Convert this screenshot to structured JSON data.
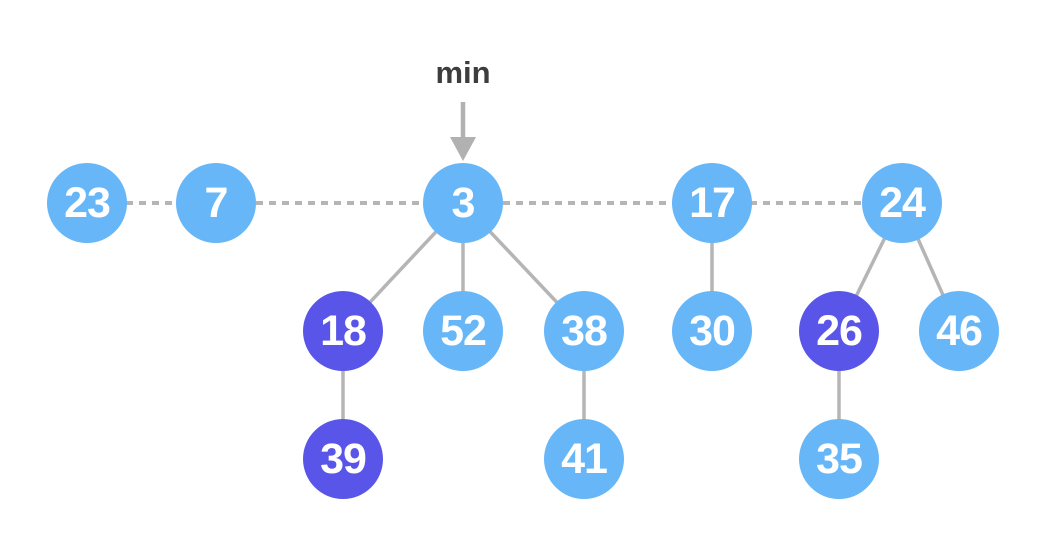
{
  "diagram": {
    "pointer": {
      "label": "min",
      "points_to": "3"
    },
    "colors": {
      "background": "#ffffff",
      "node": "#66b6f8",
      "marked_node": "#5a55e9",
      "node_text": "#ffffff",
      "edge": "#b5b5b5",
      "root_list_dash": "#b5b5b5",
      "pointer_arrow": "#b1b1b1",
      "pointer_label": "#3d3d3d"
    },
    "root_list": [
      "23",
      "7",
      "3",
      "17",
      "24"
    ],
    "nodes": [
      {
        "value": "23",
        "marked": false
      },
      {
        "value": "7",
        "marked": false
      },
      {
        "value": "3",
        "marked": false
      },
      {
        "value": "17",
        "marked": false
      },
      {
        "value": "24",
        "marked": false
      },
      {
        "value": "18",
        "marked": true
      },
      {
        "value": "52",
        "marked": false
      },
      {
        "value": "38",
        "marked": false
      },
      {
        "value": "30",
        "marked": false
      },
      {
        "value": "26",
        "marked": true
      },
      {
        "value": "46",
        "marked": false
      },
      {
        "value": "39",
        "marked": true
      },
      {
        "value": "41",
        "marked": false
      },
      {
        "value": "35",
        "marked": false
      }
    ],
    "edges": [
      {
        "from": "3",
        "to": "18"
      },
      {
        "from": "3",
        "to": "52"
      },
      {
        "from": "3",
        "to": "38"
      },
      {
        "from": "18",
        "to": "39"
      },
      {
        "from": "38",
        "to": "41"
      },
      {
        "from": "17",
        "to": "30"
      },
      {
        "from": "24",
        "to": "26"
      },
      {
        "from": "24",
        "to": "46"
      },
      {
        "from": "26",
        "to": "35"
      }
    ]
  }
}
